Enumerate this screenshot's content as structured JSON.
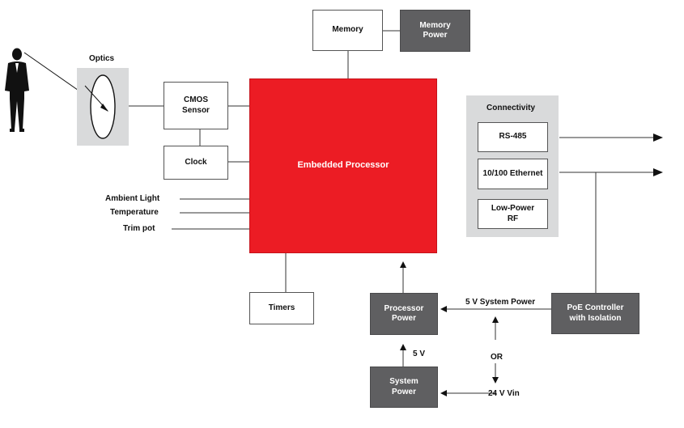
{
  "optics": {
    "label": "Optics"
  },
  "blocks": {
    "memory": "Memory",
    "memory_power": "Memory\nPower",
    "cmos_sensor": "CMOS\nSensor",
    "clock": "Clock",
    "embedded_processor": "Embedded Processor",
    "timers": "Timers",
    "processor_power": "Processor\nPower",
    "system_power": "System\nPower",
    "poe_controller": "PoE Controller\nwith Isolation",
    "rs485": "RS-485",
    "ethernet": "10/100 Ethernet",
    "low_power_rf": "Low-Power\nRF"
  },
  "connectivity": {
    "label": "Connectivity"
  },
  "inputs": {
    "ambient_light": "Ambient Light",
    "temperature": "Temperature",
    "trim_pot": "Trim pot"
  },
  "annotations": {
    "system_power_5v": "5 V System Power",
    "five_v": "5 V",
    "or": "OR",
    "vin_24v": "24 V Vin"
  },
  "colors": {
    "processor": "#ec1c24",
    "power_blocks": "#5f5f61",
    "panel": "#d9dadb"
  }
}
